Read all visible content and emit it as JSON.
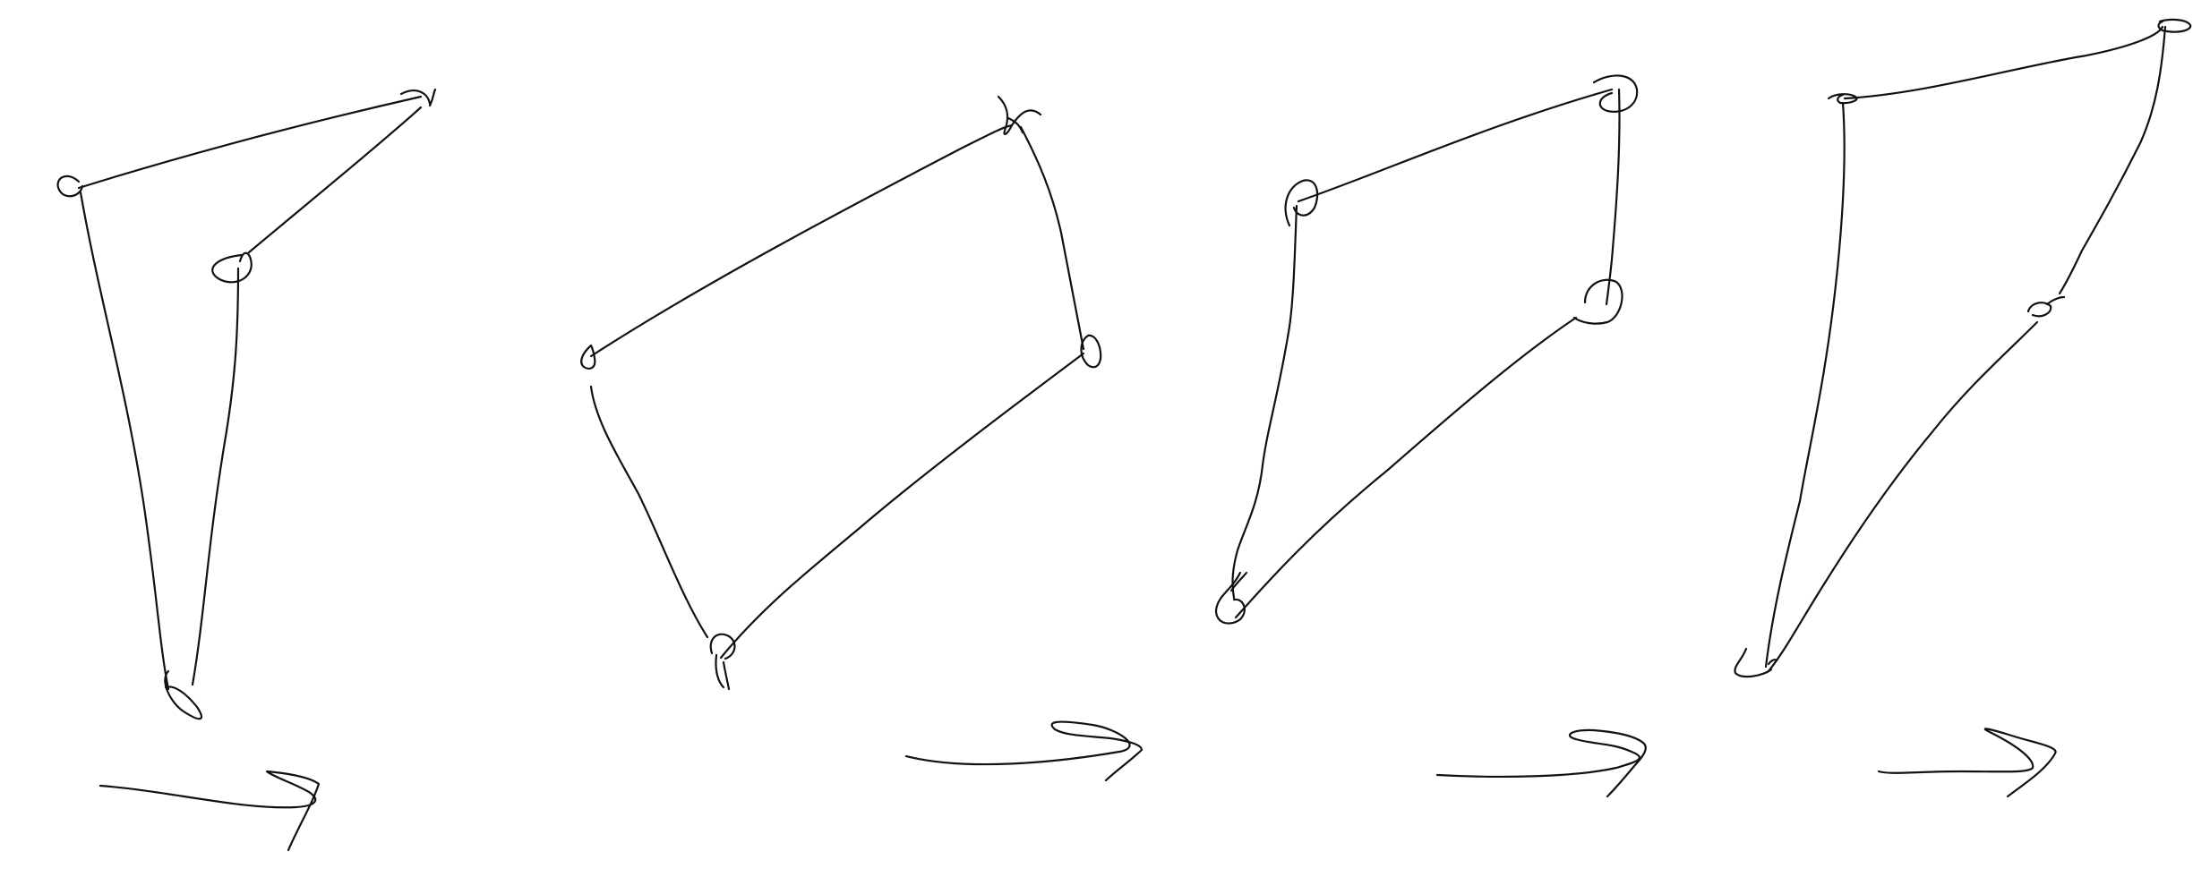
{
  "title": "",
  "ink_color": "#111111",
  "background_color": "#ffffff",
  "figures": [
    {
      "name": "quadrilateral-1",
      "pivot_count": 4,
      "followed_by_arrow": true
    },
    {
      "name": "quadrilateral-2",
      "pivot_count": 4,
      "followed_by_arrow": true
    },
    {
      "name": "quadrilateral-3",
      "pivot_count": 4,
      "followed_by_arrow": true
    },
    {
      "name": "quadrilateral-4",
      "pivot_count": 4,
      "followed_by_arrow": true
    }
  ],
  "arrow_direction": "right"
}
